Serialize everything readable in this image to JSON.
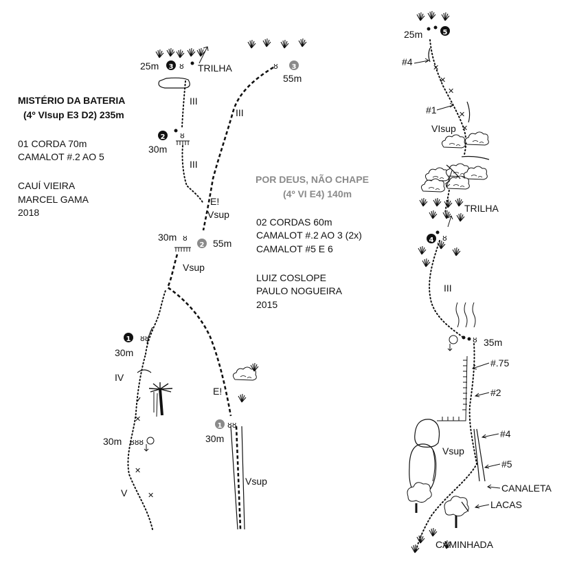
{
  "colors": {
    "ink": "#111111",
    "grey_route": "#8a8a8a",
    "background": "#ffffff"
  },
  "route1": {
    "title": "MISTÉRIO DA BATERIA",
    "grade": "(4º VIsup E3 D2) 235m",
    "gear": [
      "01 CORDA 70m",
      "CAMALOT #.2 AO 5"
    ],
    "authors": [
      "CAUÍ VIEIRA",
      "MARCEL GAMA"
    ],
    "year": "2018"
  },
  "route2": {
    "title": "POR DEUS, NÃO CHAPE",
    "grade": "(4º VI E4) 140m",
    "gear": [
      "02 CORDAS 60m",
      "CAMALOT #.2 AO 3 (2x)",
      "CAMALOT #5 E 6"
    ],
    "authors": [
      "LUIZ COSLOPE",
      "PAULO NOGUEIRA"
    ],
    "year": "2015"
  },
  "left_topo": {
    "belays": [
      {
        "num": "1",
        "dist": "30m"
      },
      {
        "num": "2",
        "dist": "30m"
      },
      {
        "num": "3",
        "dist": "25m"
      }
    ],
    "grades": [
      "V",
      "IV",
      "III",
      "III"
    ],
    "rappel_30": "30m",
    "trail": "TRILHA"
  },
  "center_topo": {
    "belays": [
      {
        "num": "1",
        "dist": "30m"
      },
      {
        "num": "2",
        "dist": "55m"
      },
      {
        "num": "3",
        "dist": "55m"
      }
    ],
    "left_dist": "30m",
    "grades": [
      "Vsup",
      "Vsup",
      "Vsup",
      "III"
    ],
    "e_marks": [
      "E!",
      "E!"
    ]
  },
  "right_topo": {
    "belays": [
      {
        "num": "4"
      },
      {
        "num": "5",
        "dist": "25m"
      }
    ],
    "dist_35": "35m",
    "grades": [
      "VIsup",
      "III",
      "Vsup"
    ],
    "gear_marks": [
      "#4",
      "#1",
      "#.75",
      "#2",
      "#4",
      "#5"
    ],
    "features": [
      "TRILHA",
      "CANALETA",
      "LACAS",
      "CAMINHADA"
    ]
  }
}
